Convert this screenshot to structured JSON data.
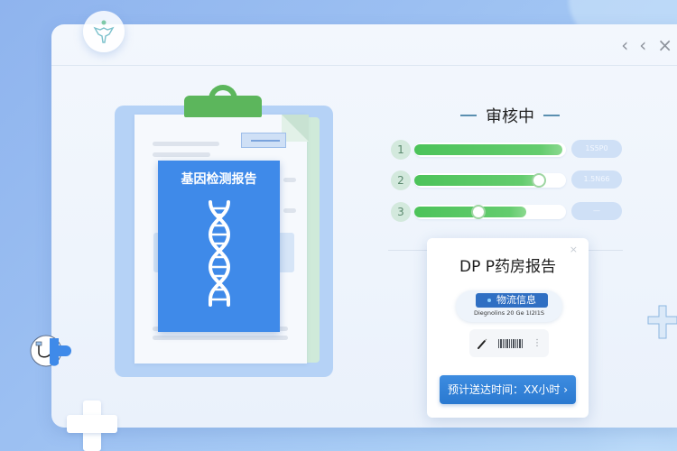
{
  "window": {
    "controls": [
      {
        "name": "back-icon",
        "glyph": "‹"
      },
      {
        "name": "back-icon-2",
        "glyph": "‹"
      },
      {
        "name": "close-icon",
        "glyph": "×"
      }
    ]
  },
  "report": {
    "title": "基因检测报告",
    "icon": "dna-icon"
  },
  "status": {
    "title": "审核中",
    "steps": [
      {
        "num": "1",
        "progress": 100,
        "pill": "1S5P0"
      },
      {
        "num": "2",
        "progress": 80,
        "pill": "1.5N66"
      },
      {
        "num": "3",
        "progress": 42,
        "pill": "—"
      }
    ]
  },
  "popup": {
    "close": "×",
    "title": "DP P药房报告",
    "logistics_label": "物流信息",
    "logistics_sub": "Diegnolins 20 Ge 1I2I1S",
    "scan_icon": "scanner-pen-icon",
    "eta_button": "预计送达时间：XX小时 ›"
  },
  "colors": {
    "accent_blue": "#3f8ae9",
    "progress_green": "#4cc35a",
    "clip_green": "#5cb65c",
    "button_blue": "#2a79d0"
  }
}
